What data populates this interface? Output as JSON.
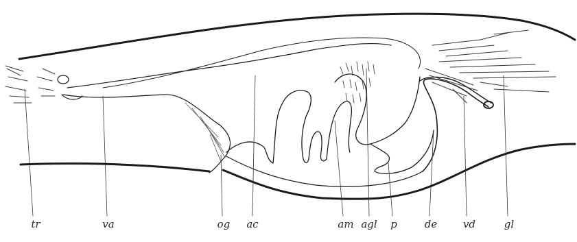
{
  "figure": {
    "labels": [
      {
        "id": "tr",
        "text": "tr"
      },
      {
        "id": "va",
        "text": "va"
      },
      {
        "id": "og",
        "text": "og"
      },
      {
        "id": "ac",
        "text": "ac"
      },
      {
        "id": "am",
        "text": "am"
      },
      {
        "id": "agl",
        "text": "agl"
      },
      {
        "id": "p",
        "text": "p"
      },
      {
        "id": "de",
        "text": "de"
      },
      {
        "id": "vd",
        "text": "vd"
      },
      {
        "id": "gl",
        "text": "gl"
      }
    ],
    "ink_color": "#1a1a1a",
    "background": "#ffffff"
  }
}
